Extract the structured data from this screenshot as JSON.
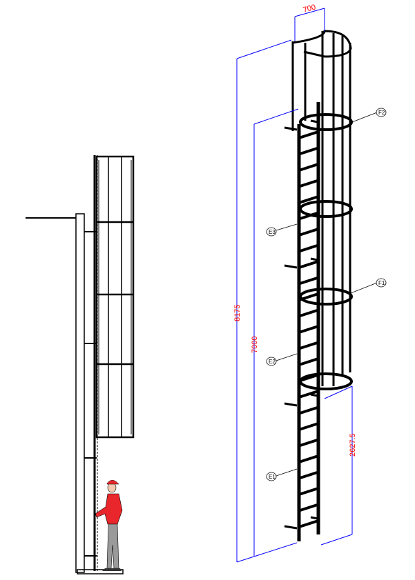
{
  "dimensions": {
    "cage_width": "700",
    "total_height": "8175",
    "ladder_height": "7000",
    "cage_start_height": "2627.5"
  },
  "callouts": [
    "F2",
    "E3",
    "F1",
    "E2",
    "E1"
  ],
  "colors": {
    "dimension_line": "#0000ff",
    "dimension_text": "#ff0000",
    "figure": "#e8262b"
  }
}
